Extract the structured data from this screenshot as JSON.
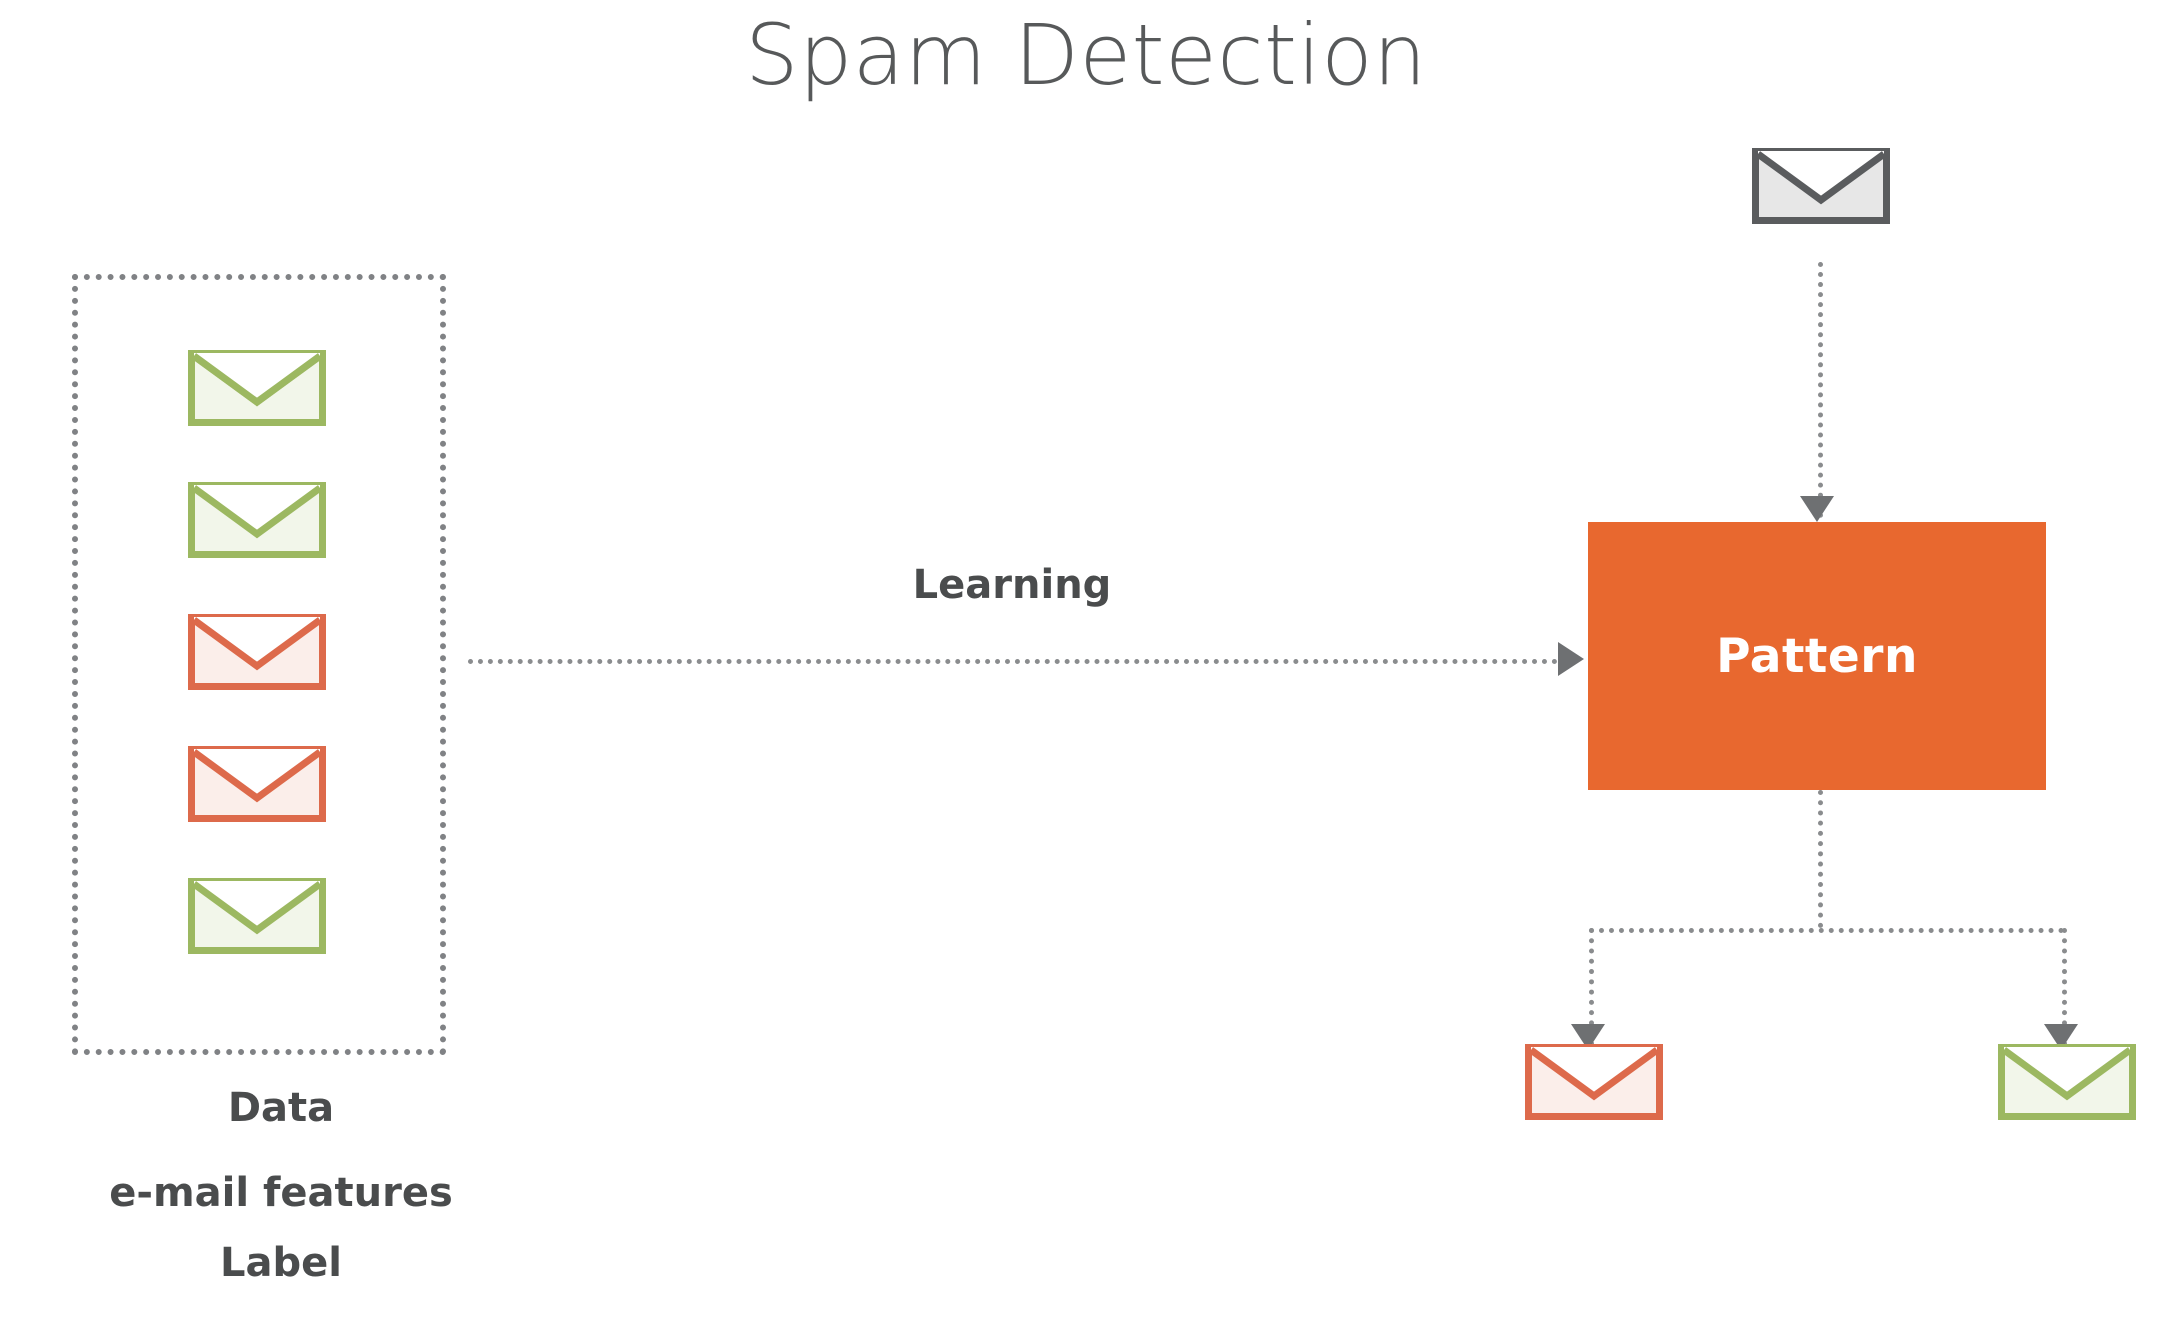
{
  "page": {
    "title": "Spam Detection",
    "background": "#ffffff"
  },
  "colors": {
    "title_text": "#57595a",
    "label_text": "#4a4c4d",
    "pattern_fill": "#e8682f",
    "pattern_text": "#ffffff",
    "green_envelope_line": "#9cb861",
    "green_envelope_fill": "#f2f6ea",
    "red_envelope_line": "#dd6a4b",
    "red_envelope_fill": "#fbeeea",
    "grey_envelope_line": "#5a5c5e",
    "grey_envelope_fill": "#e7e7e7",
    "connector": "#8a8c8e",
    "arrowhead": "#6e7072",
    "dotted_box": "#808285"
  },
  "data_group": {
    "captions": {
      "data": "Data",
      "features": "e-mail features",
      "label": "Label"
    },
    "envelopes": [
      {
        "name": "training-email-1",
        "kind": "ham",
        "color": "green"
      },
      {
        "name": "training-email-2",
        "kind": "ham",
        "color": "green"
      },
      {
        "name": "training-email-3",
        "kind": "spam",
        "color": "red"
      },
      {
        "name": "training-email-4",
        "kind": "spam",
        "color": "red"
      },
      {
        "name": "training-email-5",
        "kind": "ham",
        "color": "green"
      }
    ]
  },
  "flow": {
    "learning_label": "Learning",
    "pattern_label": "Pattern",
    "incoming_email": {
      "name": "incoming-email",
      "kind": "unknown",
      "color": "grey"
    },
    "outputs": [
      {
        "name": "classified-spam",
        "kind": "spam",
        "color": "red"
      },
      {
        "name": "classified-ham",
        "kind": "ham",
        "color": "green"
      }
    ]
  },
  "icons": {
    "envelope": "envelope-icon",
    "arrow_right": "arrow-right-icon",
    "arrow_down": "arrow-down-icon"
  }
}
